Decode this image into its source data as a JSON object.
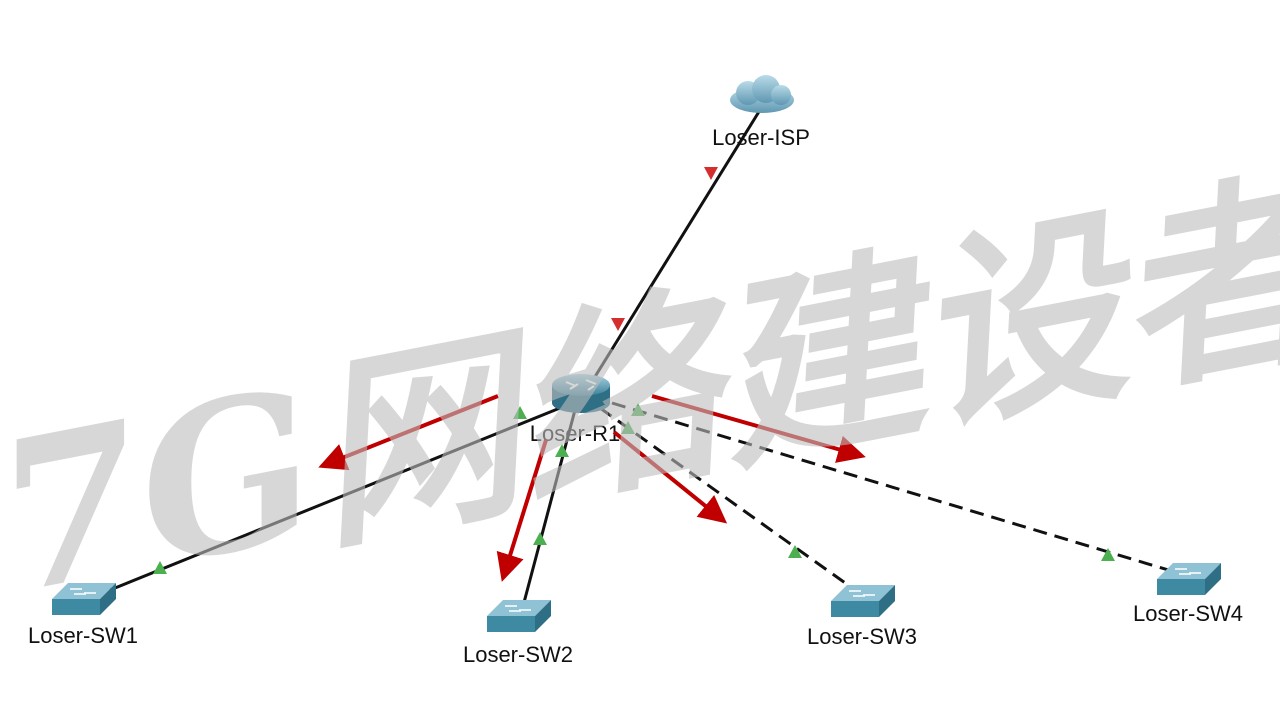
{
  "watermark": {
    "text": "7G网络建设者",
    "color": "#bdbdbd"
  },
  "colors": {
    "link": "#111111",
    "link_up": "#4caf50",
    "link_down": "#d32f2f",
    "arrow": "#c00000",
    "switch_top": "#7fb8cc",
    "switch_side": "#3f8aa3",
    "router": "#4f97b0",
    "cloud": "#7cb0c8"
  },
  "devices": {
    "isp": {
      "label": "Loser-ISP",
      "icon": "cloud-icon"
    },
    "r1": {
      "label": "Loser-R1",
      "icon": "router-icon"
    },
    "sw1": {
      "label": "Loser-SW1",
      "icon": "switch-icon"
    },
    "sw2": {
      "label": "Loser-SW2",
      "icon": "switch-icon"
    },
    "sw3": {
      "label": "Loser-SW3",
      "icon": "switch-icon"
    },
    "sw4": {
      "label": "Loser-SW4",
      "icon": "switch-icon"
    }
  },
  "links": [
    {
      "from": "r1",
      "to": "isp",
      "style": "solid",
      "status": "down"
    },
    {
      "from": "r1",
      "to": "sw1",
      "style": "solid",
      "status": "up"
    },
    {
      "from": "r1",
      "to": "sw2",
      "style": "solid",
      "status": "up"
    },
    {
      "from": "r1",
      "to": "sw3",
      "style": "dashed",
      "status": "up"
    },
    {
      "from": "r1",
      "to": "sw4",
      "style": "dashed",
      "status": "up"
    }
  ],
  "flow_arrows": [
    "to-sw1",
    "to-sw2",
    "to-sw3",
    "to-sw4"
  ]
}
